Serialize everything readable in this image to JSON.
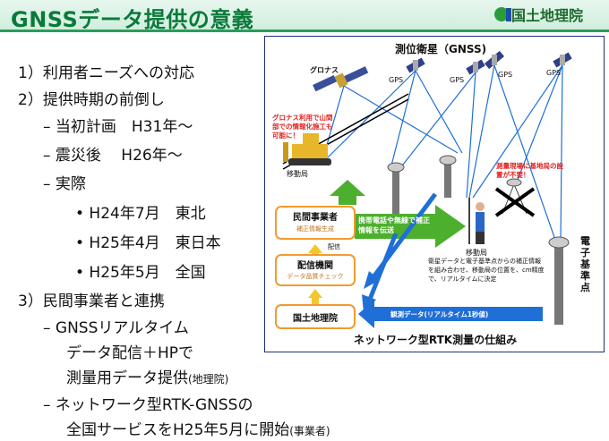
{
  "title": "GNSSデータ提供の意義",
  "logo_text": "国土地理院",
  "items": {
    "i1": "1）利用者ニーズへの対応",
    "i2": "2）提供時期の前倒し",
    "i2a": "– 当初計画　H31年～",
    "i2b": "– 震災後　 H26年～",
    "i2c": "– 実際",
    "i2c1": "• H24年7月　東北",
    "i2c2": "• H25年4月　東日本",
    "i2c3": "• H25年5月　全国",
    "i3": "3）民間事業者と連携",
    "i3a_1": "– GNSSリアルタイム",
    "i3a_2": "データ配信＋HPで",
    "i3a_3": "測量用データ提供",
    "i3a_note": "(地理院)",
    "i3b_1": "– ネットワーク型RTK-GNSSの",
    "i3b_2": "全国サービスをH25年5月に開始",
    "i3b_note": "(事業者)"
  },
  "diagram": {
    "title": "測位衛星（GNSS)",
    "sat_glonass": "グロナス",
    "sat_gps1": "GPS",
    "sat_gps2": "GPS",
    "sat_gps3": "GPS",
    "sat_gps4": "GPS",
    "glonass_note": "グロナス利用で山間部での情報化施工も可能に！",
    "rover1": "移動局",
    "rover2": "移動局",
    "no_base_note": "測量現場に基地局の設置が不要！",
    "cors": "電子基準点",
    "company_title": "民間事業者",
    "company_sub": "補正情報生成",
    "distributor_title": "配信機関",
    "distributor_sub": "データ品質チェック",
    "delivery": "配信",
    "gsi": "国土地理院",
    "comm_arrow": "携帯電話や無線で補正情報を伝送",
    "obs_data": "観測データ(リアルタイム1秒値)",
    "explain": "衛星データと電子基準点からの補正情報を組み合わせ、移動局の位置を、cm精度で、リアルタイムに決定",
    "caption": "ネットワーク型RTK測量の仕組み"
  },
  "colors": {
    "title_green": "#0a7a3a",
    "arrow_green": "#4caf2e",
    "arrow_blue": "#1f6fd6",
    "orange": "#f29a2e",
    "red_note": "#e02020"
  }
}
